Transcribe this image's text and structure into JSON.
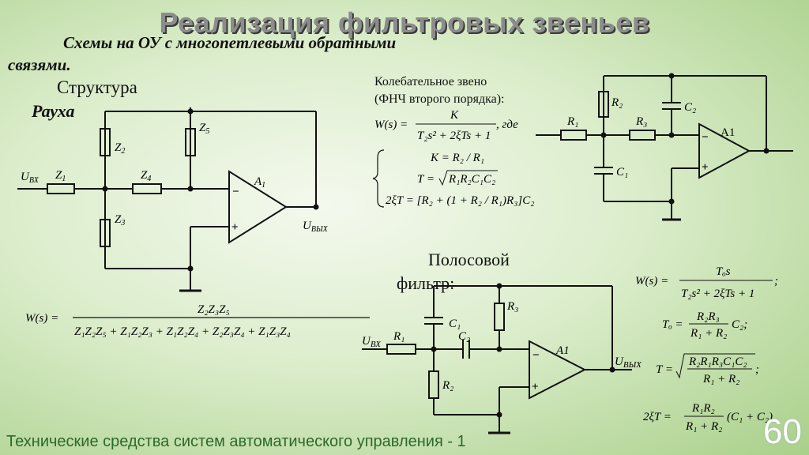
{
  "title": "Реализация фильтровых звеньев",
  "subtitle_line1": "Схемы на ОУ с многопетлевыми обратными",
  "subtitle_line2": "связями.",
  "structure_label": "Структура",
  "rauch_label": "Рауха",
  "oscillatory_line1": "Колебательное звено",
  "oscillatory_line2": "(ФНЧ второго порядка):",
  "bandpass_line1": "Полосовой",
  "bandpass_line2": "фильтр:",
  "footer": "Технические средства систем автоматического управления - 1",
  "page_number": "60",
  "rauch_circuit": {
    "input_label": "U",
    "input_sub": "ВХ",
    "output_label": "U",
    "output_sub": "ВЫХ",
    "opamp": "A",
    "opamp_sub": "1",
    "z1": "Z",
    "z1_sub": "1",
    "z2": "Z",
    "z2_sub": "2",
    "z3": "Z",
    "z3_sub": "3",
    "z4": "Z",
    "z4_sub": "4",
    "z5": "Z",
    "z5_sub": "5",
    "minus": "−",
    "plus": "+"
  },
  "rauch_formula": {
    "lhs": "W(s) =",
    "numerator": "Z₂Z₃Z₅",
    "denominator": "Z₁Z₂Z₅ + Z₁Z₂Z₃ + Z₁Z₂Z₄ + Z₂Z₃Z₄ + Z₁Z₃Z₄"
  },
  "lowpass_circuit": {
    "r1": "R₁",
    "r2": "R₂",
    "r3": "R₃",
    "c1": "C₁",
    "c2": "C₂",
    "opamp": "A1",
    "minus": "−",
    "plus": "+"
  },
  "lowpass_formula": {
    "w_lhs": "W(s) =",
    "w_num": "K",
    "w_den": "T₂s² + 2ξTs + 1",
    "w_suffix": ", где",
    "k_eq": "K = R₂ / R₁",
    "t_eq_lhs": "T =",
    "t_eq_rad": "R₁R₂C₁C₂",
    "xi_eq": "2ξT = [R₂ + (1 + R₂ / R₁)R₃]C₂"
  },
  "bandpass_circuit": {
    "input_label": "U",
    "input_sub": "ВХ",
    "output_label": "U",
    "output_sub": "ВЫХ",
    "r1": "R₁",
    "r2": "R₂",
    "r3": "R₃",
    "c1": "C₁",
    "c2": "C₂",
    "opamp": "A1",
    "minus": "−",
    "plus": "+"
  },
  "bandpass_formula": {
    "w_lhs": "W(s) =",
    "w_num": "Tₒs",
    "w_den": "T₂s² + 2ξTs + 1",
    "w_suffix": ";",
    "to_lhs": "Tₒ =",
    "to_num": "R₂R₃",
    "to_den": "R₁ + R₂",
    "to_suffix": "C₂;",
    "t_lhs": "T =",
    "t_num": "R₂R₁R₃C₁C₂",
    "t_den": "R₁ + R₂",
    "t_suffix": ";",
    "xi_lhs": "2ξT =",
    "xi_num": "R₁R₂",
    "xi_den": "R₁ + R₂",
    "xi_suffix": "(C₁ + C₂)."
  }
}
